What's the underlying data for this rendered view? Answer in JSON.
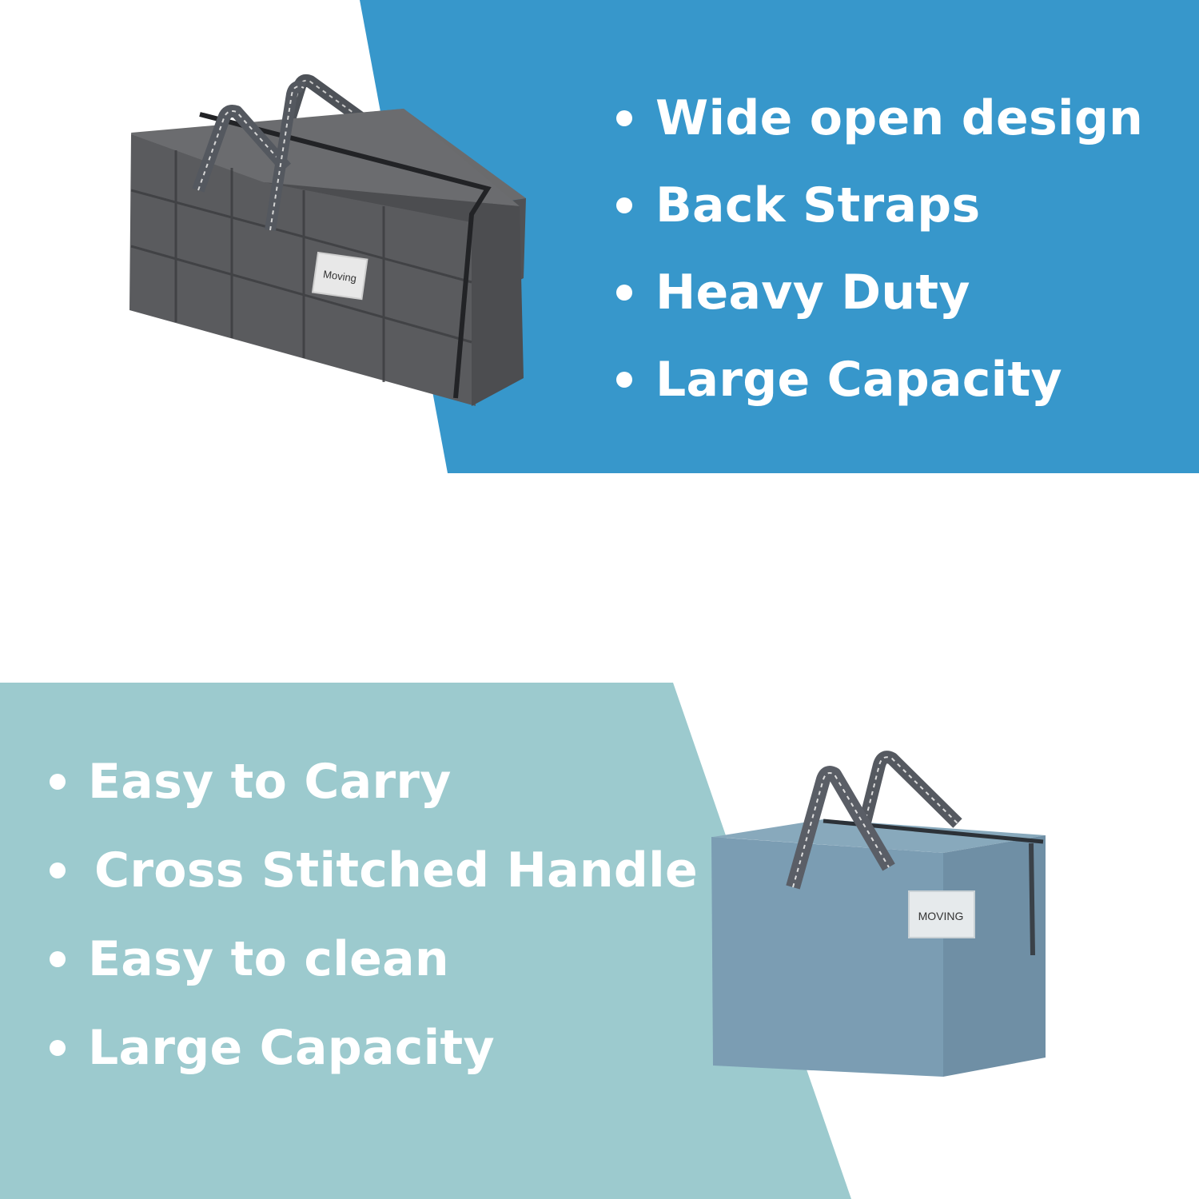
{
  "colors": {
    "top_panel": "#3797cb",
    "bottom_panel": "#9ccace",
    "gray_bag": "#5e5f61",
    "blue_bag": "#7c9db2",
    "strap": "#5a5e66",
    "text": "#ffffff"
  },
  "top_panel": {
    "features": [
      "Wide open design",
      "Back Straps",
      "Heavy Duty",
      "Large Capacity"
    ],
    "bag_label": "Moving"
  },
  "bottom_panel": {
    "features": [
      "Easy to Carry",
      " Cross Stitched Handle",
      "Easy to clean",
      "Large Capacity"
    ],
    "bag_label": "MOVING"
  }
}
